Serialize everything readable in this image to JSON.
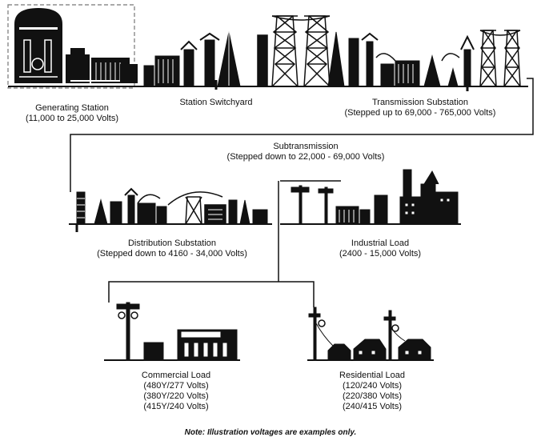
{
  "stages": {
    "generating": {
      "title": "Generating Station",
      "detail": "(11,000 to 25,000 Volts)"
    },
    "switchyard": {
      "title": "Station Switchyard"
    },
    "transmission": {
      "title": "Transmission Substation",
      "detail": "(Stepped up to 69,000 - 765,000 Volts)"
    },
    "subtransmission": {
      "title": "Subtransmission",
      "detail": "(Stepped down to 22,000 - 69,000 Volts)"
    },
    "distribution": {
      "title": "Distribution Substation",
      "detail": "(Stepped down to 4160 - 34,000 Volts)"
    },
    "industrial": {
      "title": "Industrial Load",
      "detail": "(2400 - 15,000 Volts)"
    },
    "commercial": {
      "title": "Commercial Load",
      "lines": [
        "(480Y/277 Volts)",
        "(380Y/220 Volts)",
        "(415Y/240 Volts)"
      ]
    },
    "residential": {
      "title": "Residential Load",
      "lines": [
        "(120/240 Volts)",
        "(220/380 Volts)",
        "(240/415 Volts)"
      ]
    }
  },
  "note": "Note:  Illustration voltages are examples only.",
  "colors": {
    "ink": "#111111",
    "paper": "#ffffff"
  }
}
